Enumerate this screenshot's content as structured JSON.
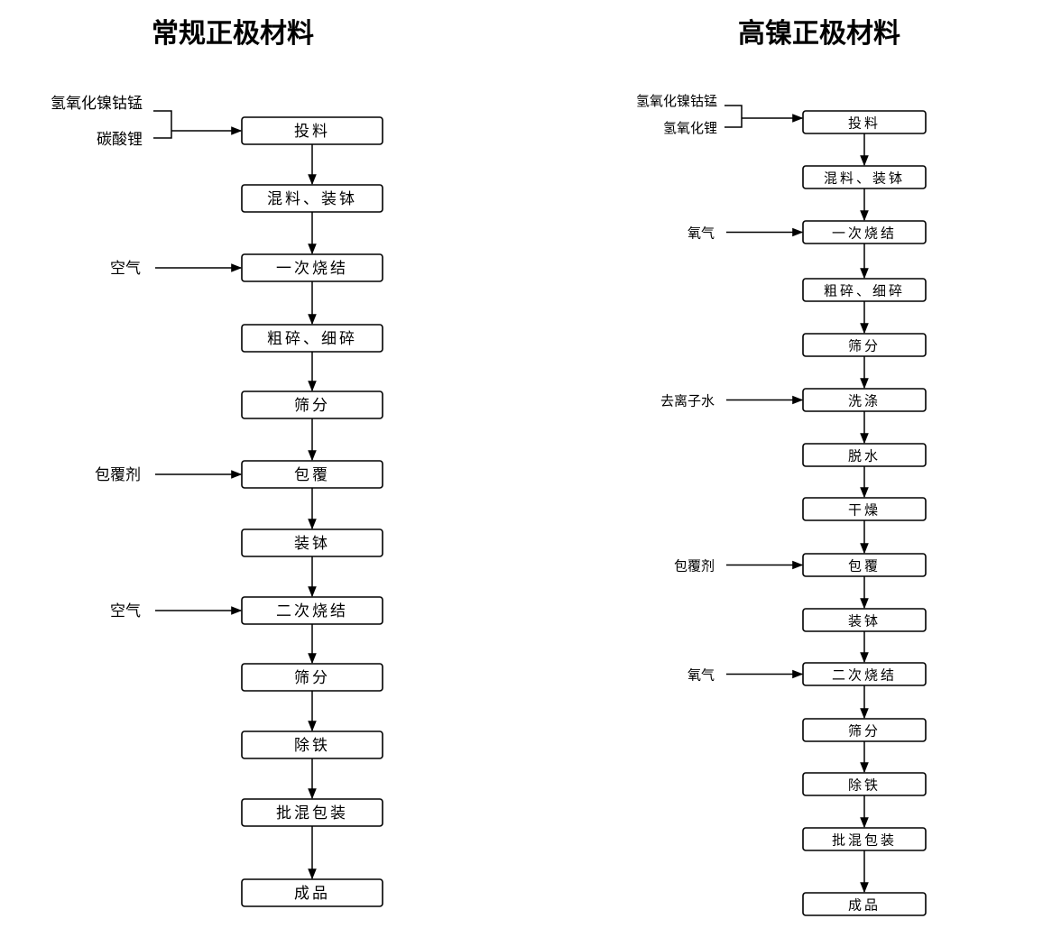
{
  "titles": {
    "left": "常规正极材料",
    "right": "高镍正极材料"
  },
  "left": {
    "raw_inputs": [
      "氢氧化镍钴锰",
      "碳酸锂"
    ],
    "steps": [
      "投料",
      "混料、装钵",
      "一次烧结",
      "粗碎、细碎",
      "筛分",
      "包覆",
      "装钵",
      "二次烧结",
      "筛分",
      "除铁",
      "批混包装",
      "成品"
    ],
    "inputs": [
      {
        "label": "空气",
        "target": "一次烧结"
      },
      {
        "label": "包覆剂",
        "target": "包覆"
      },
      {
        "label": "空气",
        "target": "二次烧结"
      }
    ]
  },
  "right": {
    "raw_inputs": [
      "氢氧化镍钴锰",
      "氢氧化锂"
    ],
    "steps": [
      "投料",
      "混料、装钵",
      "一次烧结",
      "粗碎、细碎",
      "筛分",
      "洗涤",
      "脱水",
      "干燥",
      "包覆",
      "装钵",
      "二次烧结",
      "筛分",
      "除铁",
      "批混包装",
      "成品"
    ],
    "inputs": [
      {
        "label": "氧气",
        "target": "一次烧结"
      },
      {
        "label": "去离子水",
        "target": "洗涤"
      },
      {
        "label": "包覆剂",
        "target": "包覆"
      },
      {
        "label": "氧气",
        "target": "二次烧结"
      }
    ]
  }
}
